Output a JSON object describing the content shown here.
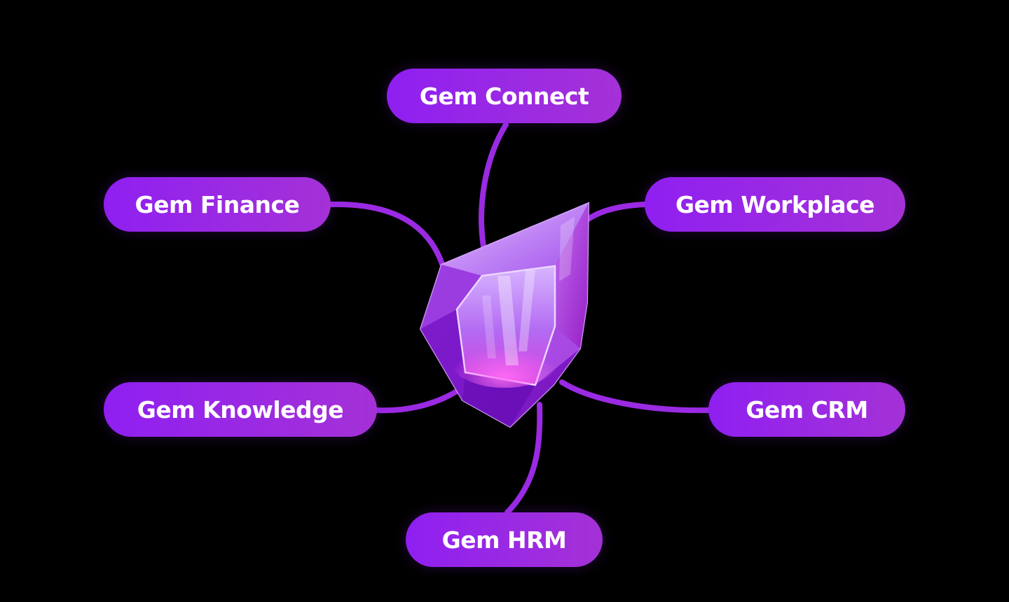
{
  "accent_color": "#9b2ae3",
  "background_color": "#000000",
  "center": {
    "icon": "gem-crystal-icon"
  },
  "nodes": [
    {
      "id": "connect",
      "label": "Gem Connect"
    },
    {
      "id": "finance",
      "label": "Gem Finance"
    },
    {
      "id": "workplace",
      "label": "Gem Workplace"
    },
    {
      "id": "knowledge",
      "label": "Gem Knowledge"
    },
    {
      "id": "crm",
      "label": "Gem CRM"
    },
    {
      "id": "hrm",
      "label": "Gem HRM"
    }
  ]
}
